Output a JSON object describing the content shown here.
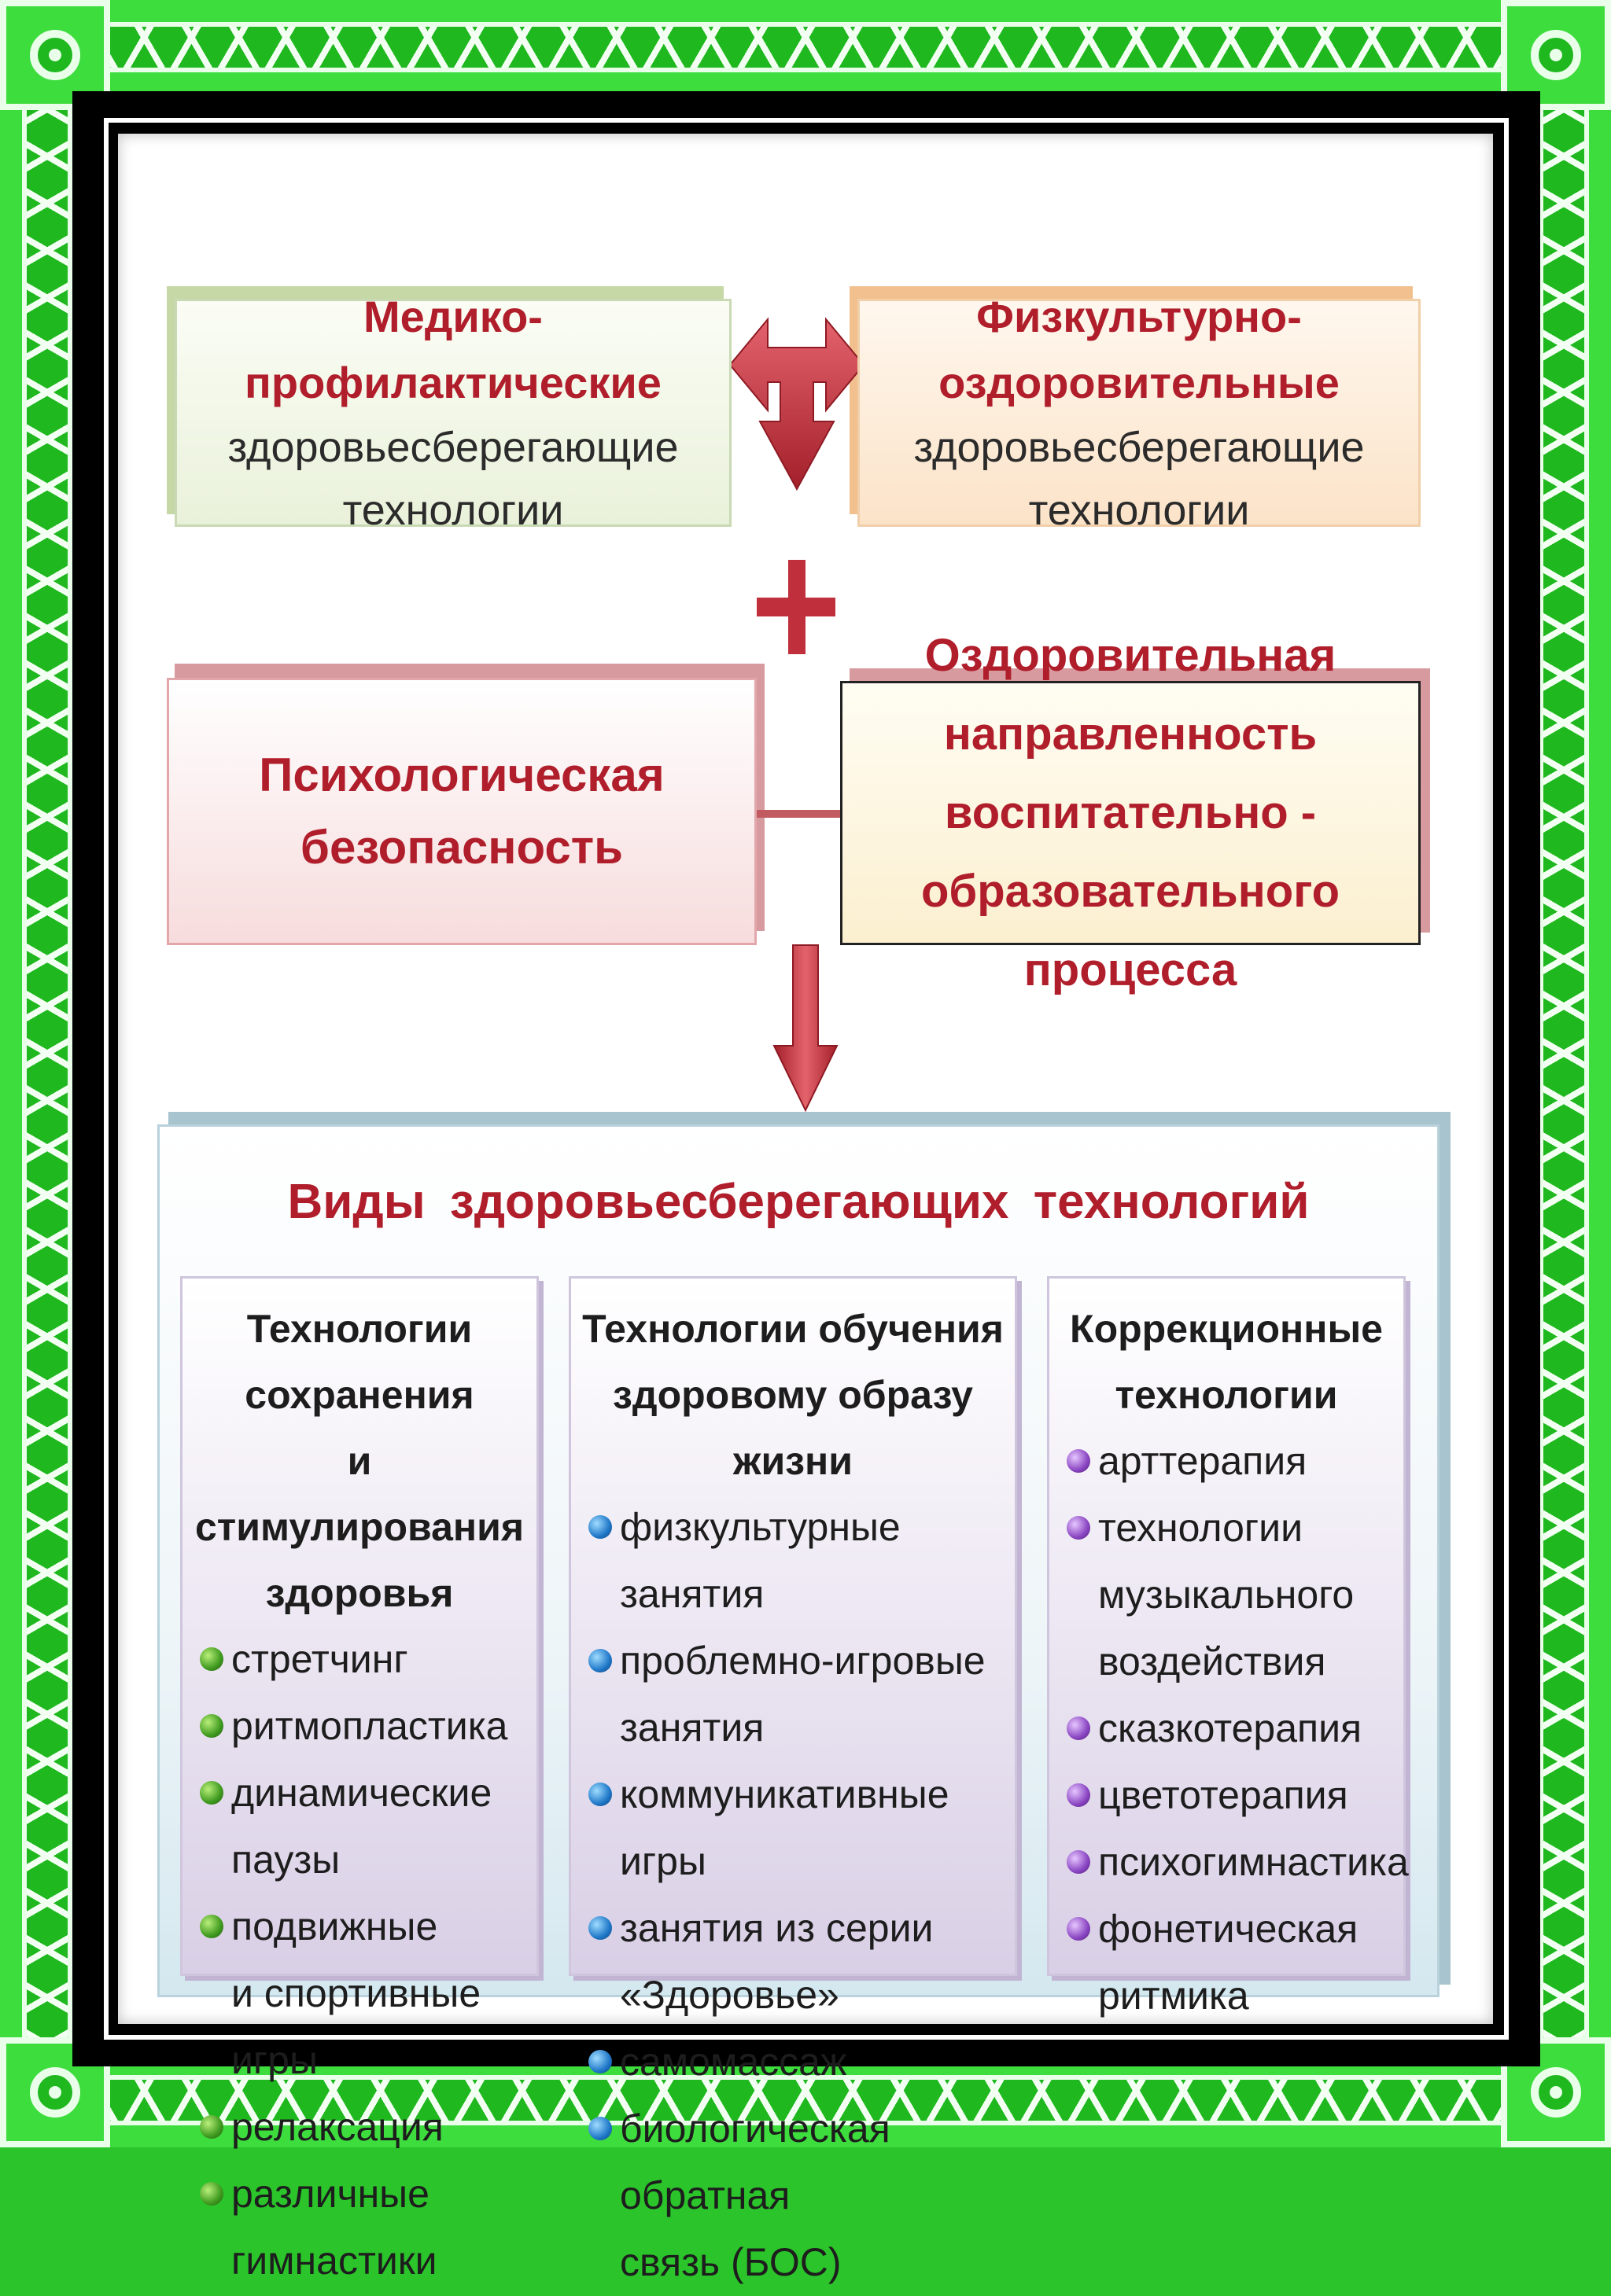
{
  "box_medical": {
    "title": "Медико-профилактические",
    "subtitle": "здоровьесберегающие технологии"
  },
  "box_physical": {
    "title": "Физкультурно-оздоровительные",
    "subtitle": "здоровьесберегающие технологии"
  },
  "box_psychological": {
    "line1": "Психологическая",
    "line2": "безопасность"
  },
  "box_health_focus": {
    "line1": "Оздоровительная направленность",
    "line2": "воспитательно - образовательного",
    "line3": "процесса"
  },
  "panel": {
    "title": "Виды  здоровьесберегающих  технологий",
    "columns": [
      {
        "heading": [
          "Технологии сохранения",
          "и стимулирования",
          "здоровья"
        ],
        "items": [
          "стретчинг",
          "ритмопластика",
          "динамические паузы",
          "подвижные",
          "и спортивные игры",
          "релаксация",
          "различные гимнастики"
        ]
      },
      {
        "heading": [
          "Технологии обучения",
          "здоровому образу жизни"
        ],
        "items": [
          "физкультурные занятия",
          "проблемно-игровые",
          "занятия",
          "коммуникативные игры",
          "занятия из серии «Здоровье»",
          "самомассаж",
          "биологическая обратная",
          "связь (БОС)"
        ]
      },
      {
        "heading": [
          "Коррекционные",
          "технологии"
        ],
        "items": [
          "арттерапия",
          "технологии",
          "музыкального",
          "воздействия",
          "сказкотерапия",
          "цветотерапия",
          "психогимнастика",
          "фонетическая ритмика"
        ]
      }
    ]
  },
  "colors": {
    "accent_red": "#b01e2b",
    "frame_green": "#2bc42b",
    "arrow_red": "#c0303c"
  },
  "icons": {
    "bullet_col1": "green-dot-icon",
    "bullet_col2": "blue-dot-icon",
    "bullet_col3": "purple-dot-icon"
  }
}
